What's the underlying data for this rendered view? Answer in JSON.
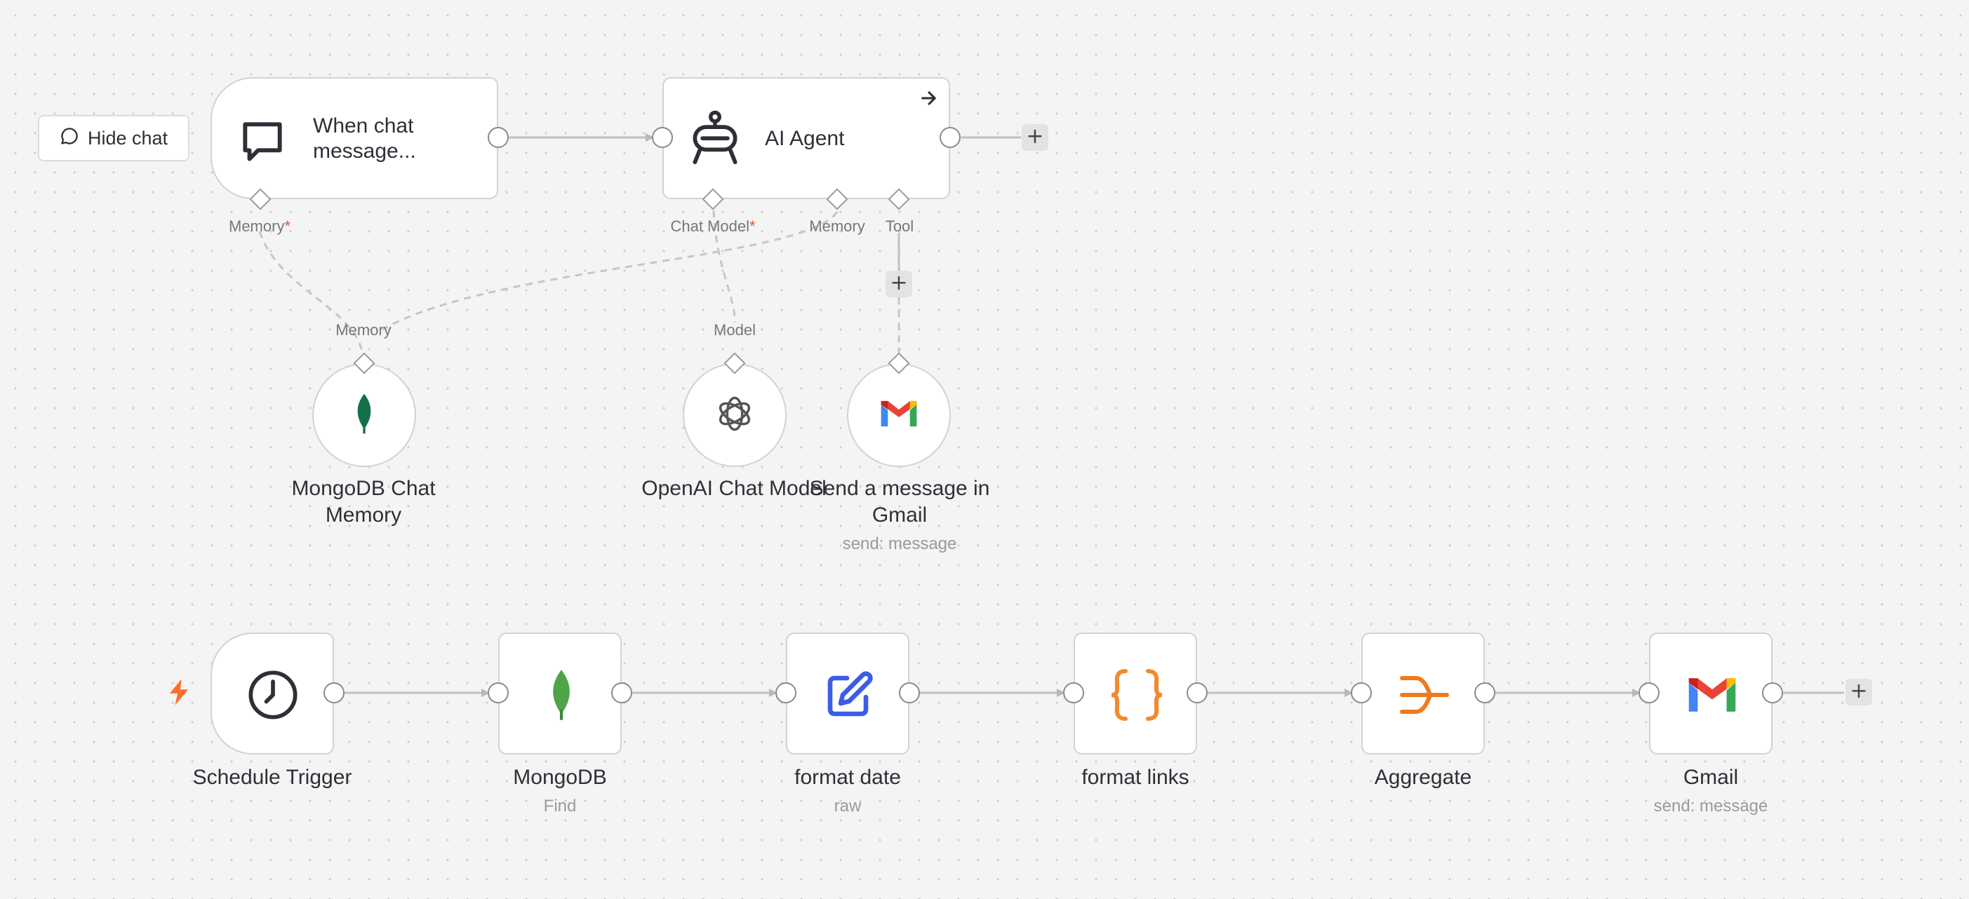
{
  "toolbar": {
    "hide_chat_label": "Hide chat"
  },
  "top_nodes": {
    "chat_trigger": {
      "title": "When chat message...",
      "title_line1": "When chat",
      "title_line2": "message...",
      "icon": "chat-bubble-icon"
    },
    "ai_agent": {
      "title": "AI Agent",
      "icon": "robot-icon"
    }
  },
  "port_labels": {
    "trigger_memory": "Memory",
    "agent_chat_model": "Chat Model",
    "agent_memory": "Memory",
    "agent_tool": "Tool",
    "mongo_memory_in": "Memory",
    "openai_model_in": "Model",
    "required_mark": "*"
  },
  "sub_nodes": {
    "mongodb_memory": {
      "label_line1": "MongoDB Chat",
      "label_line2": "Memory",
      "icon": "mongodb-leaf-icon"
    },
    "openai_model": {
      "label": "OpenAI Chat Model",
      "icon": "openai-icon"
    },
    "gmail_tool": {
      "label_line1": "Send a message in",
      "label_line2": "Gmail",
      "subtitle": "send: message",
      "icon": "gmail-icon"
    }
  },
  "bottom_nodes": {
    "schedule_trigger": {
      "label": "Schedule Trigger",
      "icon": "clock-icon"
    },
    "mongodb": {
      "label": "MongoDB",
      "subtitle": "Find",
      "icon": "mongodb-leaf-icon"
    },
    "format_date": {
      "label": "format date",
      "subtitle": "raw",
      "icon": "pencil-edit-icon"
    },
    "format_links": {
      "label": "format links",
      "icon": "braces-icon"
    },
    "aggregate": {
      "label": "Aggregate",
      "icon": "aggregate-icon"
    },
    "gmail": {
      "label": "Gmail",
      "subtitle": "send: message",
      "icon": "gmail-icon"
    }
  },
  "buttons": {
    "add_label": "+"
  },
  "colors": {
    "canvas": "#f4f4f4",
    "node_border": "#d2d2d2",
    "connection": "#c0c0c0",
    "required": "#e8513a",
    "trigger_bolt": "#ff6d2d",
    "mongodb_green": "#4fa44a",
    "format_blue": "#3b5ee6",
    "braces_orange": "#f08a2c",
    "aggregate_orange": "#f07a1c"
  }
}
